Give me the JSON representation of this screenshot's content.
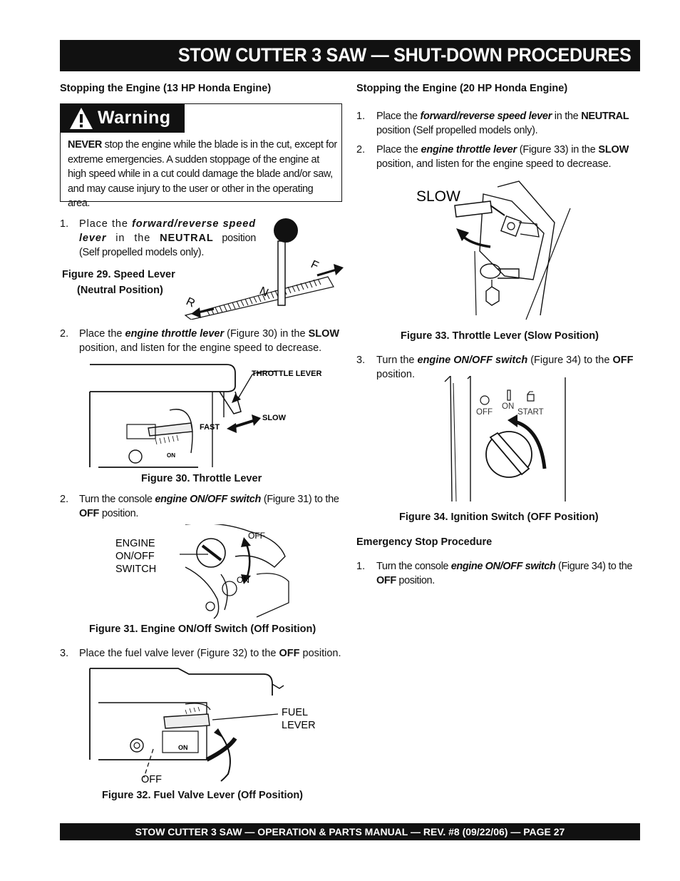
{
  "title": "STOW CUTTER 3 SAW — SHUT-DOWN PROCEDURES",
  "left": {
    "heading": "Stopping the Engine (13 HP Honda Engine)",
    "warning": {
      "label": "Warning",
      "never": "NEVER",
      "text": " stop the engine while the blade is in the cut, except for extreme emergencies.  A sudden stoppage of the engine at high speed while in a cut could damage the blade and/or saw, and may cause injury to the user or other in the operating area."
    },
    "step1": {
      "num": "1.",
      "pre": "Place the ",
      "kw": "forward/reverse speed lever",
      "mid": " in the ",
      "neutral": "NEUTRAL",
      "post": " position (Self propelled models only)."
    },
    "fig29": {
      "caption_line1": "Figure 29.  Speed Lever",
      "caption_line2": "(Neutral Position)",
      "letters": [
        "F",
        "N",
        "R"
      ]
    },
    "step2a": {
      "num": "2.",
      "pre": "Place the ",
      "kw": "engine throttle lever",
      "mid": " (Figure 30) in the ",
      "slow": "SLOW",
      "post": " position, and listen for the engine speed to decrease."
    },
    "fig30": {
      "caption": "Figure 30. Throttle Lever",
      "label_throttle": "THROTTLE LEVER",
      "label_slow": "SLOW",
      "label_fast": "FAST",
      "label_on": "ON"
    },
    "step2b": {
      "num": "2.",
      "pre": "Turn the console ",
      "kw": "engine ON/OFF switch",
      "mid": " (Figure 31) to the ",
      "off": "OFF",
      "post": "  position."
    },
    "fig31": {
      "caption": "Figure 31. Engine ON/Off Switch (Off Position)",
      "label_lines": [
        "ENGINE",
        "ON/OFF",
        "SWITCH"
      ],
      "label_off": "OFF",
      "label_on": "ON"
    },
    "step3": {
      "num": "3.",
      "pre": "Place the fuel valve lever (Figure 32) to the ",
      "off": "OFF",
      "post": " position."
    },
    "fig32": {
      "caption": "Figure 32.  Fuel Valve Lever (Off Position)",
      "label_fuel": "FUEL",
      "label_lever": "LEVER",
      "label_off": "OFF",
      "label_on": "ON"
    }
  },
  "right": {
    "heading": "Stopping the Engine (20 HP Honda Engine)",
    "step1": {
      "num": "1.",
      "pre": "Place the ",
      "kw": "forward/reverse speed lever",
      "mid": " in the ",
      "neutral": "NEUTRAL",
      "post": " position (Self propelled models only)."
    },
    "step2": {
      "num": "2.",
      "pre": "Place the ",
      "kw": "engine throttle lever",
      "mid": " (Figure 33) in the ",
      "slow": "SLOW",
      "post": " position, and listen for the engine speed to decrease."
    },
    "fig33": {
      "caption": "Figure 33. Throttle Lever (Slow Position)",
      "label_slow": "SLOW"
    },
    "step3": {
      "num": "3.",
      "pre": "Turn the ",
      "kw": "engine ON/OFF switch",
      "mid": " (Figure 34) to the ",
      "off": "OFF",
      "post": " position."
    },
    "fig34": {
      "caption": "Figure 34. Ignition Switch (OFF Position)",
      "label_off": "OFF",
      "label_on": "ON",
      "label_start": "START"
    },
    "emergency": {
      "heading": "Emergency Stop Procedure",
      "num": "1.",
      "pre": "Turn the console ",
      "kw": "engine ON/OFF switch",
      "mid": " (Figure 34) to the ",
      "off": "OFF",
      "post": " position."
    }
  },
  "footer": "STOW CUTTER 3 SAW —  OPERATION & PARTS MANUAL — REV. #8 (09/22/06) — PAGE 27"
}
